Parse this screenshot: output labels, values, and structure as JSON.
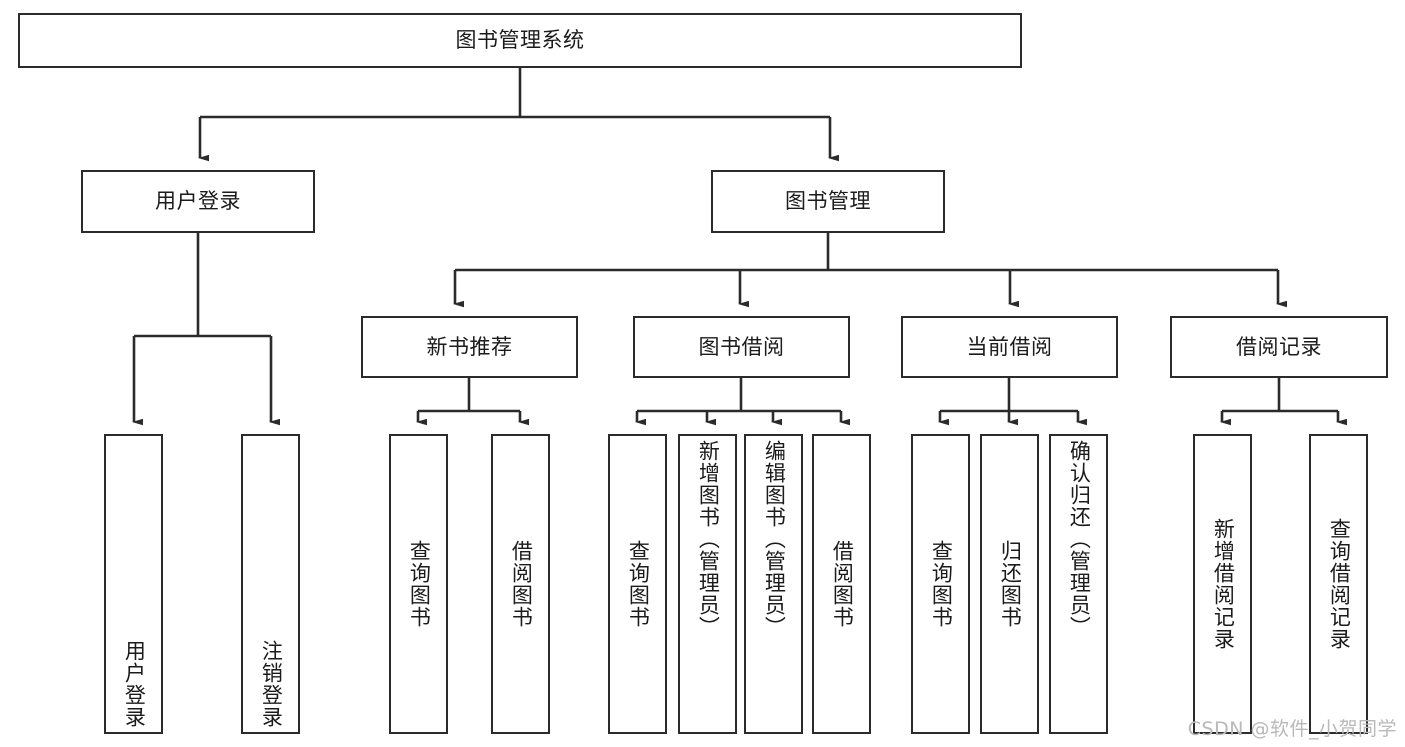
{
  "diagram": {
    "type": "tree",
    "title_node": "图书管理系统",
    "watermark": "CSDN @软件_小贺同学",
    "colors": {
      "box_border": "#2b2b2b",
      "box_fill": "#ffffff",
      "edge": "#2b2b2b",
      "text": "#1b1b1b",
      "watermark": "#b9b9b9"
    },
    "nodes": {
      "root": {
        "label": "图书管理系统"
      },
      "level2": [
        {
          "label": "用户登录"
        },
        {
          "label": "图书管理"
        }
      ],
      "level3": [
        {
          "label": "新书推荐"
        },
        {
          "label": "图书借阅"
        },
        {
          "label": "当前借阅"
        },
        {
          "label": "借阅记录"
        }
      ],
      "leaves_user_login": [
        {
          "label": "用户登录"
        },
        {
          "label": "注销登录"
        }
      ],
      "leaves_new_books": [
        {
          "label": "查询图书"
        },
        {
          "label": "借阅图书"
        }
      ],
      "leaves_borrow": [
        {
          "label": "查询图书"
        },
        {
          "label": "新增图书（管理员）"
        },
        {
          "label": "编辑图书（管理员）"
        },
        {
          "label": "借阅图书"
        }
      ],
      "leaves_current": [
        {
          "label": "查询图书"
        },
        {
          "label": "归还图书"
        },
        {
          "label": "确认归还（管理员）"
        }
      ],
      "leaves_records": [
        {
          "label": "新增借阅记录"
        },
        {
          "label": "查询借阅记录"
        }
      ]
    }
  }
}
